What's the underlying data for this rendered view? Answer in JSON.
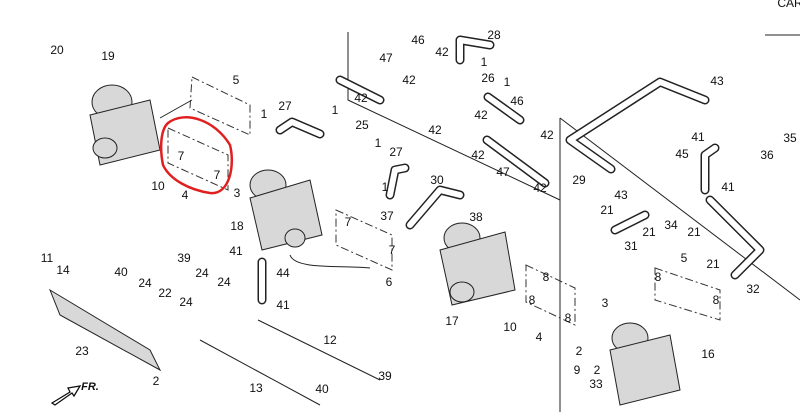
{
  "header": {
    "title_fragment": "CAR"
  },
  "direction_marker": "FR.",
  "highlight_color": "#e02020",
  "callouts": [
    "20",
    "19",
    "5",
    "1",
    "27",
    "7",
    "7",
    "10",
    "4",
    "3",
    "1",
    "25",
    "1",
    "27",
    "1",
    "37",
    "30",
    "38",
    "18",
    "41",
    "44",
    "41",
    "7",
    "7",
    "6",
    "11",
    "14",
    "40",
    "39",
    "24",
    "24",
    "24",
    "22",
    "24",
    "23",
    "2",
    "13",
    "12",
    "40",
    "39",
    "47",
    "46",
    "42",
    "28",
    "42",
    "1",
    "26",
    "1",
    "42",
    "42",
    "42",
    "46",
    "42",
    "42",
    "47",
    "42",
    "29",
    "43",
    "43",
    "41",
    "35",
    "45",
    "36",
    "41",
    "21",
    "21",
    "34",
    "21",
    "31",
    "8",
    "8",
    "8",
    "5",
    "8",
    "8",
    "21",
    "32",
    "17",
    "10",
    "4",
    "3",
    "2",
    "9",
    "2",
    "33",
    "16"
  ]
}
